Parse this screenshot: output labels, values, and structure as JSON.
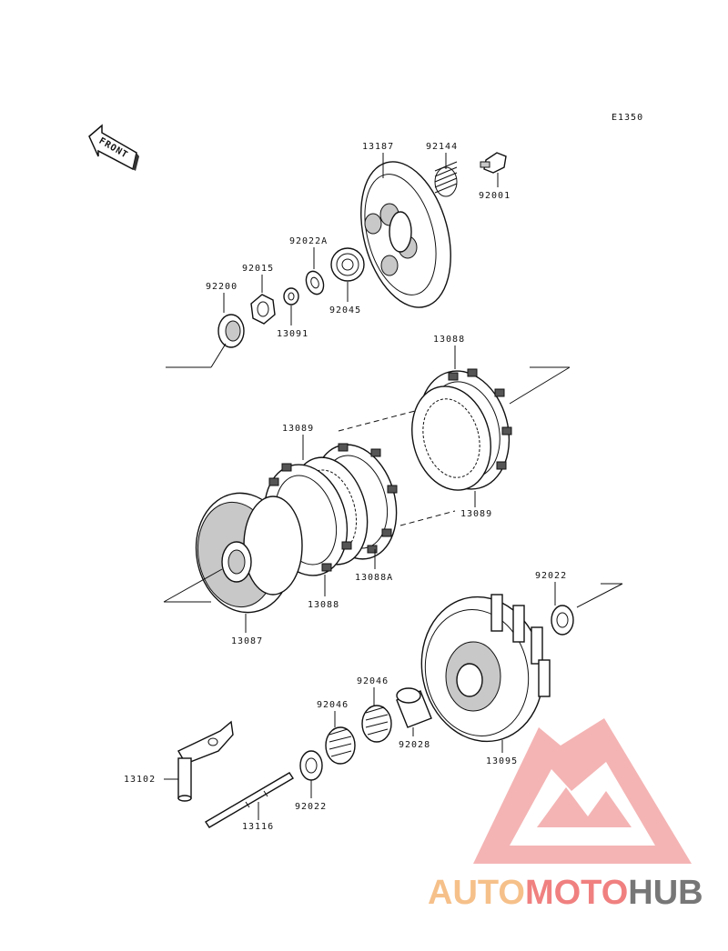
{
  "diagram_code": "E1350",
  "front_label": "FRONT",
  "parts": {
    "p13187": "13187",
    "p92144": "92144",
    "p92001": "92001",
    "p92022A": "92022A",
    "p92015": "92015",
    "p92200": "92200",
    "p13091": "13091",
    "p92045": "92045",
    "p13088_top": "13088",
    "p13089_left": "13089",
    "p13089_right": "13089",
    "p13088A": "13088A",
    "p13088_bottom": "13088",
    "p13087": "13087",
    "p92022_right": "92022",
    "p92046_a": "92046",
    "p92046_b": "92046",
    "p92028": "92028",
    "p13095": "13095",
    "p13102": "13102",
    "p92022_bottom": "92022",
    "p13116": "13116"
  },
  "watermark": {
    "part1": "AUTO",
    "part2": "MOTO",
    "part3": "HUB",
    "color_light": "#f6c08a",
    "color_red": "#f08080",
    "color_grey": "#777777"
  }
}
